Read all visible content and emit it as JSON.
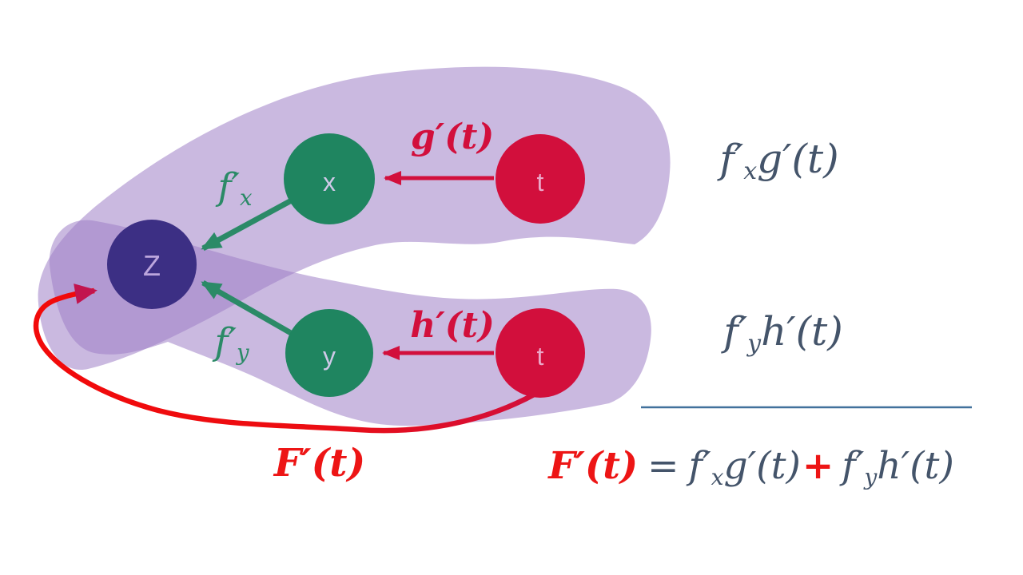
{
  "diagram": {
    "nodes": {
      "z": {
        "label": "Z"
      },
      "x": {
        "label": "x"
      },
      "t_top": {
        "label": "t"
      },
      "y": {
        "label": "y"
      },
      "t_bottom": {
        "label": "t"
      }
    },
    "edge_labels": {
      "g": "g′(t)",
      "h": "h′(t)",
      "fx": {
        "f": "f′",
        "sub": "x"
      },
      "fy": {
        "f": "f′",
        "sub": "y"
      },
      "F": "F′(t)"
    }
  },
  "side_terms": {
    "top": {
      "f": "f′",
      "sub": "x",
      "rest": "g′(t)"
    },
    "bottom": {
      "f": "f′",
      "sub": "y",
      "rest": "h′(t)"
    }
  },
  "equation": {
    "lhs": "F′(t)",
    "equals": "=",
    "term1": {
      "f": "f′",
      "sub": "x",
      "rest": "g′(t)"
    },
    "plus": "+",
    "term2": {
      "f": "f′",
      "sub": "y",
      "rest": "h′(t)"
    }
  },
  "colors": {
    "background": "#ffffff",
    "blob": "#9f7fc6",
    "node_z": "#3c2f84",
    "node_green": "#1f8560",
    "node_red": "#d20f3c",
    "arrow_red": "#d20f3c",
    "arrow_green": "#2b8a67",
    "curve_red_bright": "#f20a0a",
    "curve_red_mid": "#ec0d12",
    "curve_red_end": "#d20f3c",
    "curve_head": "#c2144e",
    "label_crimson": "#d20f3c",
    "label_green": "#2b8a67",
    "label_red": "#ed1515",
    "text_slate": "#44546a",
    "divider": "#41719c",
    "z_letter": "#bca6dd",
    "xy_letter": "#cfc9e8",
    "t_letter": "#eba9c9"
  }
}
